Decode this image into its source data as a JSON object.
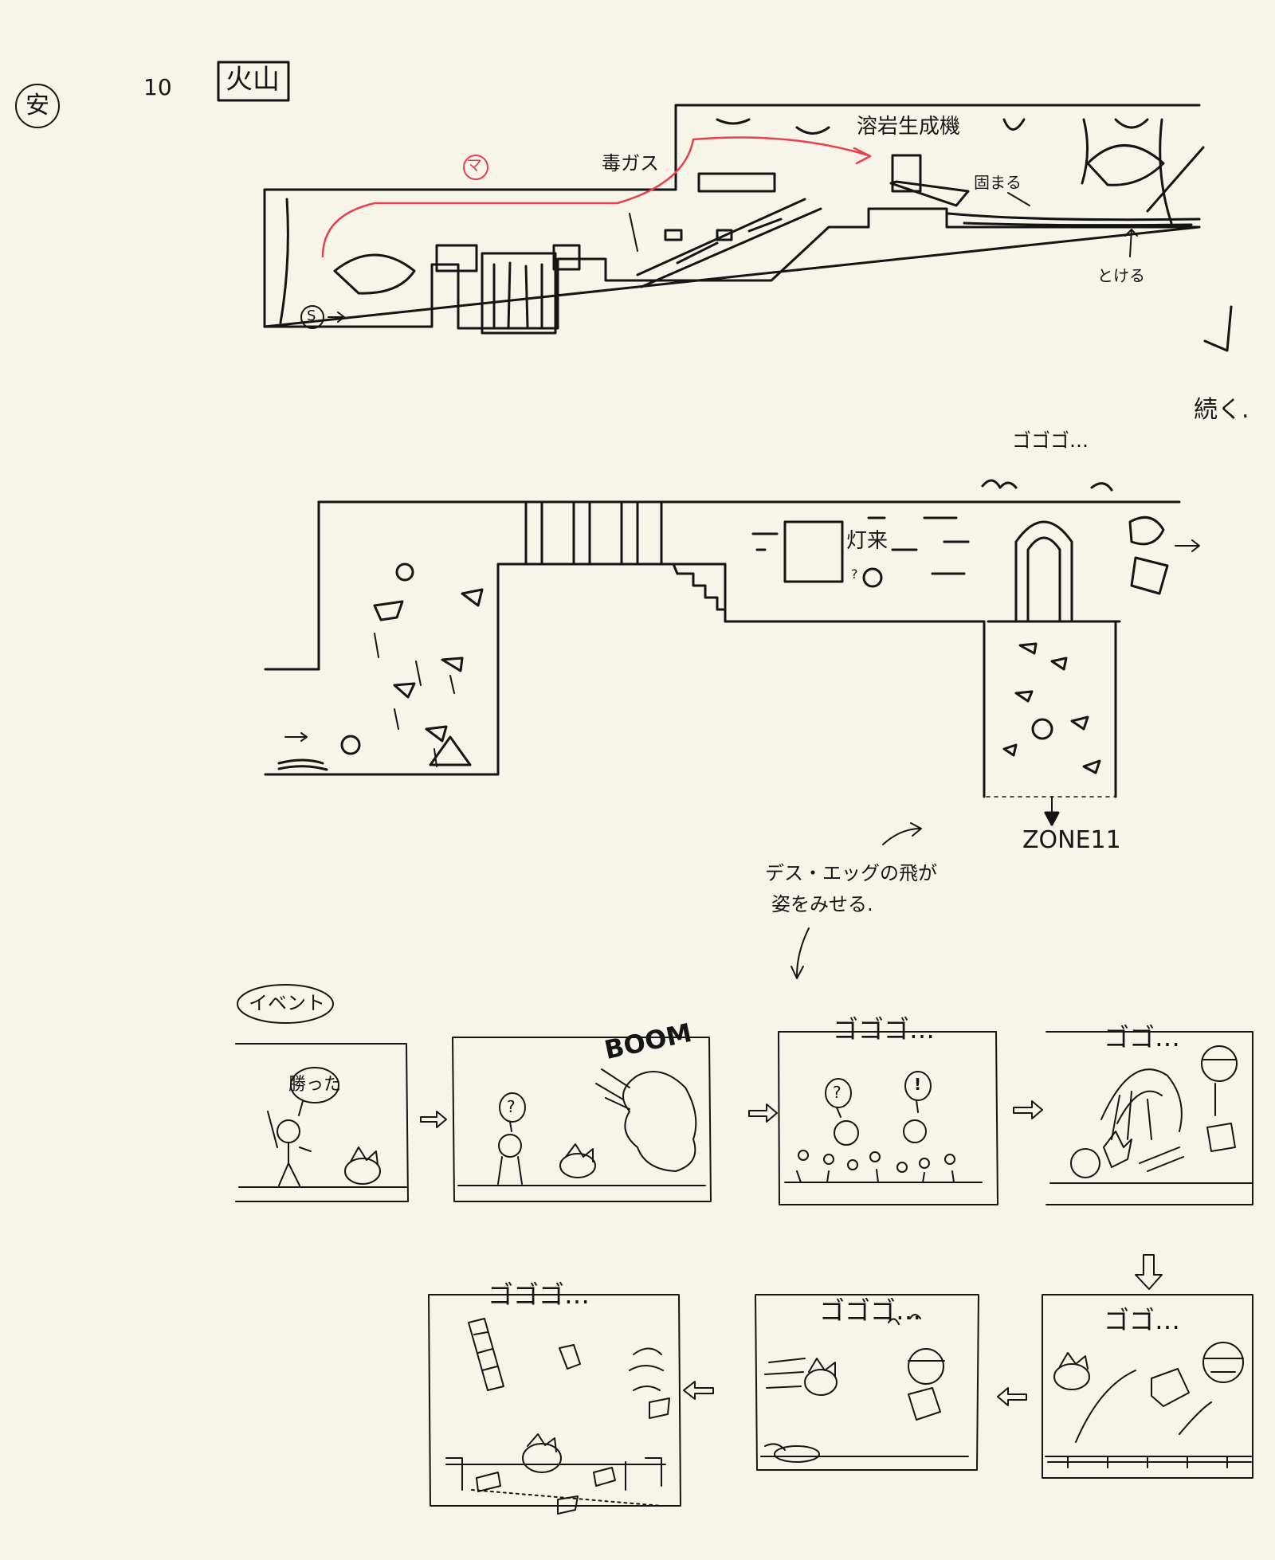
{
  "colors": {
    "paper": "#f7f4ea",
    "ink": "#151515",
    "route": "#e8404f"
  },
  "header": {
    "stamp": "安",
    "page_number": "10",
    "title": "火山"
  },
  "icons": {
    "start_marker": "circle-s-icon",
    "boss": "egg-robot-icon",
    "hero": "hedgehog-icon",
    "arrow": "arrow-icon"
  },
  "map1": {
    "marker_letter": "マ",
    "gas_label": "毒ガス",
    "machine_label": "溶岩生成機",
    "harden_label": "固まる",
    "melt_label": "とける",
    "start_letter": "S"
  },
  "continue_label": "続く.",
  "map2": {
    "rumble_label": "ゴゴゴ…",
    "sign_label": "灯来",
    "question_mark": "?",
    "exit_label": "ZONE11"
  },
  "note": {
    "line1": "デス・エッグの飛が",
    "line2": "姿をみせる."
  },
  "event": {
    "label": "イベント",
    "panels": [
      {
        "speech": "勝った"
      },
      {
        "speech": "?",
        "sfx": "BOOM"
      },
      {
        "rumble": "ゴゴゴ…",
        "speech_a": "?",
        "speech_b": "!"
      },
      {
        "rumble": "ゴゴ…"
      },
      {
        "rumble": "ゴゴ…"
      },
      {
        "rumble": "ゴゴゴ…"
      },
      {
        "rumble": "ゴゴゴ…"
      }
    ]
  }
}
